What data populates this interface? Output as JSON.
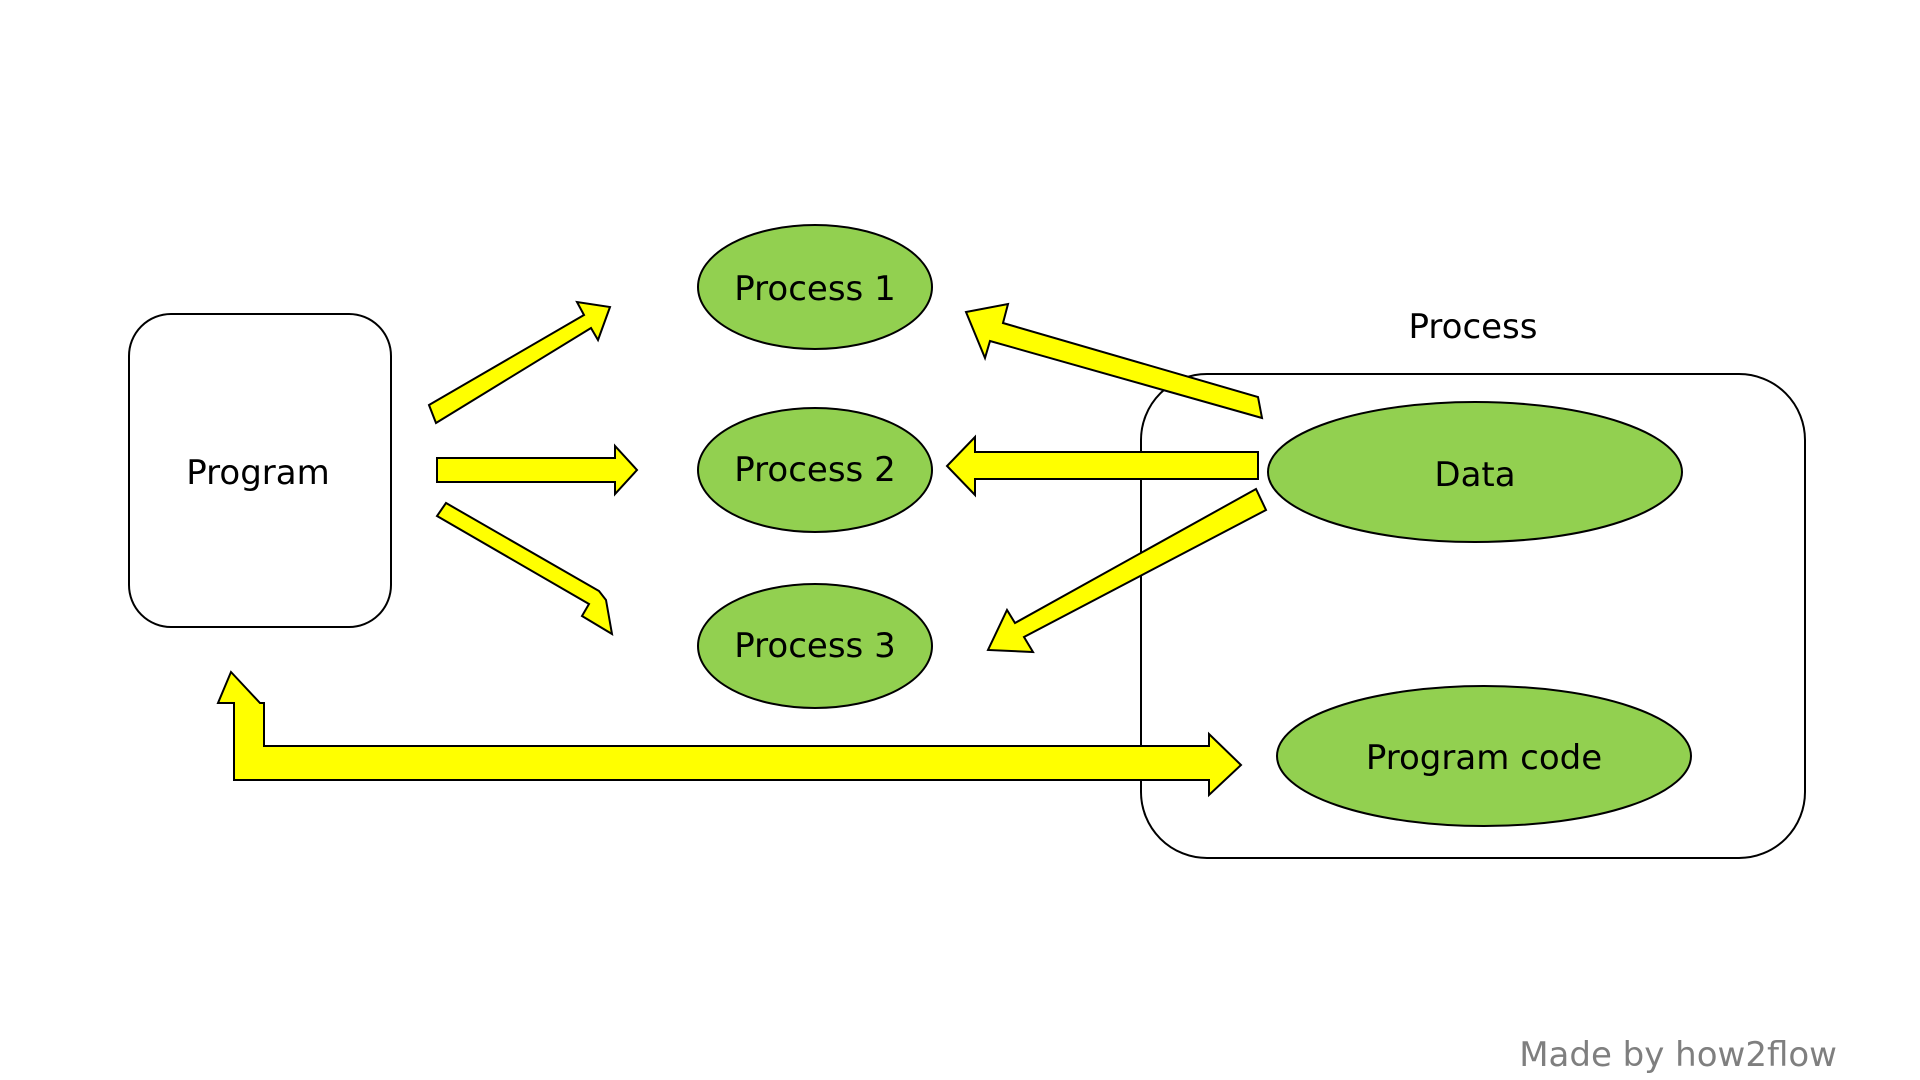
{
  "diagram": {
    "nodes": {
      "program": {
        "label": "Program"
      },
      "process1": {
        "label": "Process 1"
      },
      "process2": {
        "label": "Process 2"
      },
      "process3": {
        "label": "Process 3"
      },
      "data": {
        "label": "Data"
      },
      "program_code": {
        "label": "Program code"
      }
    },
    "group": {
      "label": "Process"
    },
    "credit": {
      "text": "Made by how2flow"
    }
  },
  "colors": {
    "node_fill": "#92d050",
    "arrow_fill": "#ffff00",
    "stroke": "#000000",
    "credit_text": "#7f7f7f",
    "background": "#ffffff"
  }
}
